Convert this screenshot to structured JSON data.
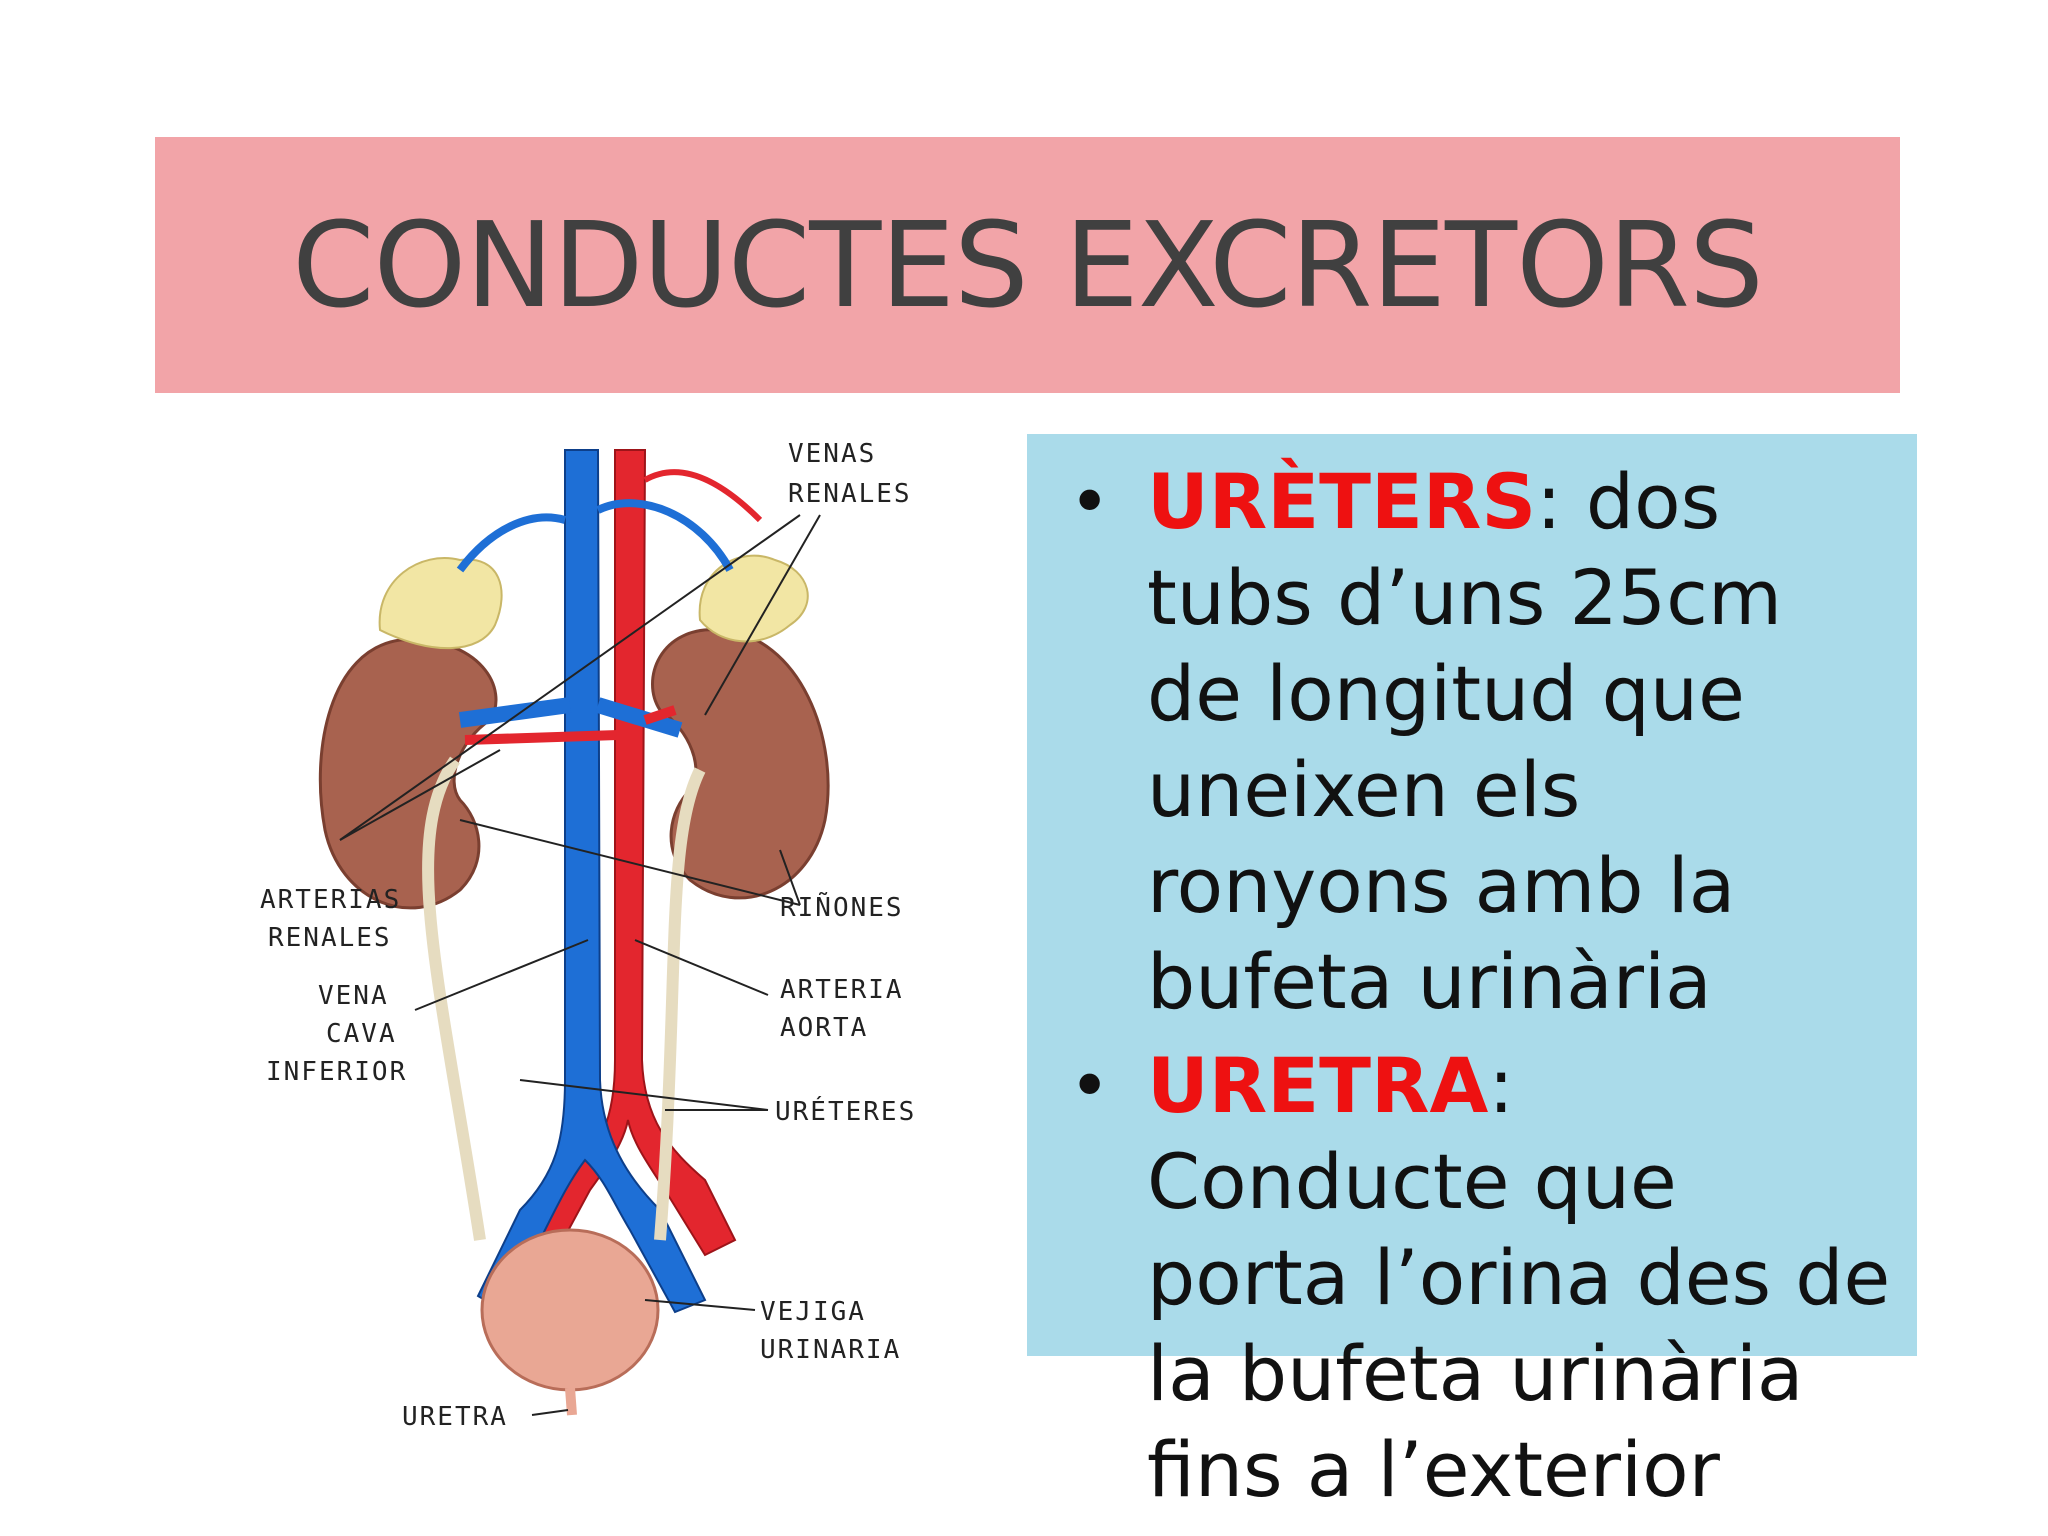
{
  "title": "CONDUCTES EXCRETORS",
  "diagram": {
    "labels": {
      "venas_renales_1": "VENAS",
      "venas_renales_2": "RENALES",
      "arterias_renales_1": "ARTERIAS",
      "arterias_renales_2": "RENALES",
      "rinones": "RIÑONES",
      "vena_cava_1": "VENA",
      "vena_cava_2": "CAVA",
      "vena_cava_3": "INFERIOR",
      "arteria_aorta_1": "ARTERIA",
      "arteria_aorta_2": "AORTA",
      "ureteres": "URÉTERES",
      "vejiga_1": "VEJIGA",
      "vejiga_2": "URINARIA",
      "uretra": "URETRA"
    },
    "colors": {
      "vein": "#1e6fd6",
      "artery": "#e3262e",
      "kidney": "#a8624f",
      "adrenal": "#f2e6a4",
      "bladder": "#e9a794",
      "ureter": "#e6dcc0"
    }
  },
  "bullets": [
    {
      "term": "URÈTERS",
      "text": ": dos tubs d’uns 25cm de longitud que uneixen els ronyons amb la bufeta urinària"
    },
    {
      "term": "URETRA",
      "text": ": Conducte que porta l’orina des de la bufeta urinària fins a l’exterior"
    }
  ],
  "colors": {
    "title_bg": "#f2a4a8",
    "text_box_bg": "#aadbea",
    "term": "#ee1111"
  }
}
